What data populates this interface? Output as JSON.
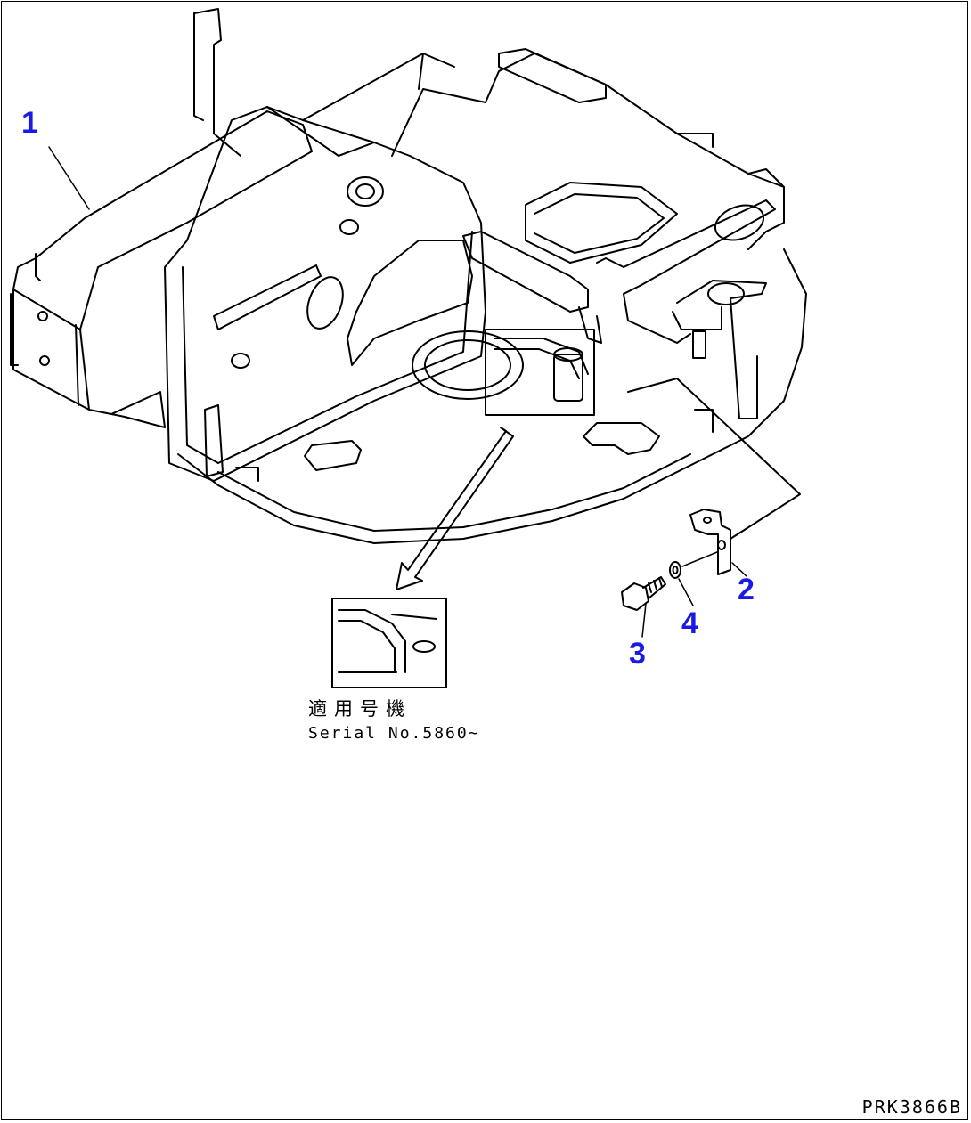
{
  "diagram": {
    "callouts": [
      {
        "id": "1",
        "text": "1"
      },
      {
        "id": "2",
        "text": "2"
      },
      {
        "id": "3",
        "text": "3"
      },
      {
        "id": "4",
        "text": "4"
      }
    ],
    "detail_label_jp": "適用号機",
    "detail_label_serial": "Serial No.5860~",
    "drawing_code": "PRK3866B",
    "callout_color": "#1a1ae6",
    "line_color": "#000000"
  }
}
